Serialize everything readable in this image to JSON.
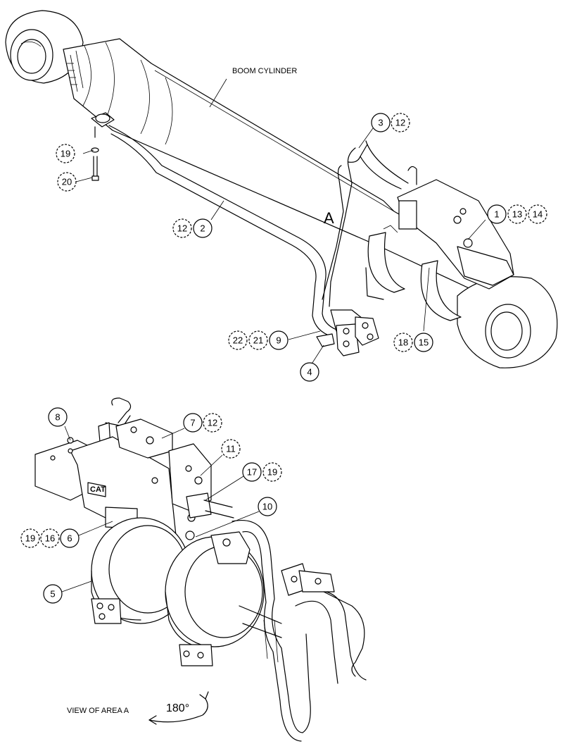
{
  "labels": {
    "boom_cylinder": "BOOM CYLINDER",
    "area_marker": "A",
    "view_caption": "VIEW OF AREA A",
    "rotation": "180°"
  },
  "callouts": {
    "c1": "1",
    "c13": "13",
    "c14": "14",
    "c3": "3",
    "c12a": "12",
    "c19a": "19",
    "c20": "20",
    "c12b": "12",
    "c2": "2",
    "c22": "22",
    "c21": "21",
    "c9": "9",
    "c4": "4",
    "c18": "18",
    "c15": "15",
    "c8": "8",
    "c7": "7",
    "c12c": "12",
    "c11": "11",
    "c17": "17",
    "c19b": "19",
    "c10": "10",
    "c19c": "19",
    "c16": "16",
    "c6": "6",
    "c5": "5"
  }
}
